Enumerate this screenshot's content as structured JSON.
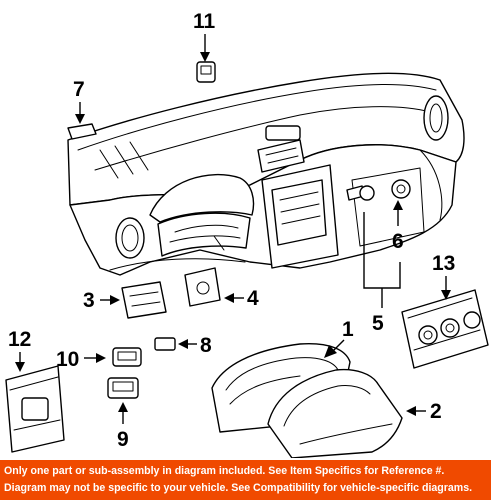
{
  "callouts": {
    "c1": "1",
    "c2": "2",
    "c3": "3",
    "c4": "4",
    "c5": "5",
    "c6": "6",
    "c7": "7",
    "c8": "8",
    "c9": "9",
    "c10": "10",
    "c11": "11",
    "c12": "12",
    "c13": "13"
  },
  "banner": {
    "line1": "Only one part or sub-assembly in diagram included. See Item Specifics for Reference #.",
    "line2": "Diagram may not be specific to your vehicle. See Compatibility for vehicle-specific diagrams."
  },
  "colors": {
    "banner_background": "#f04a00",
    "banner_text": "#ffffff",
    "line_art": "#000000",
    "background": "#ffffff"
  }
}
